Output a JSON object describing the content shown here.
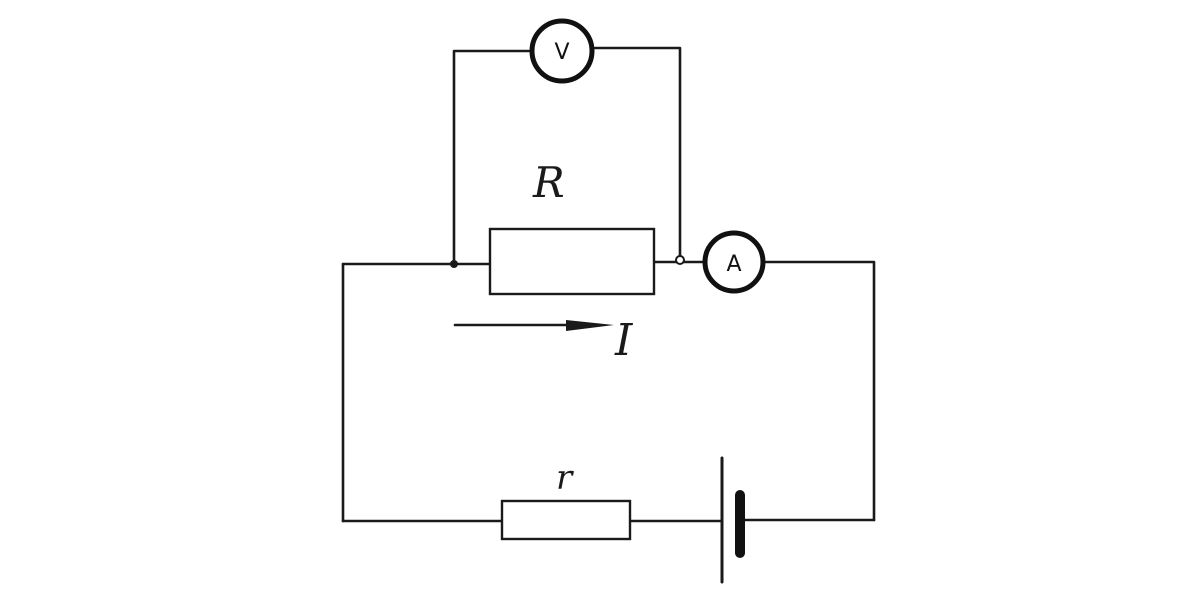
{
  "diagram": {
    "resistor_label": "R",
    "current_label": "I",
    "internal_resistance_label": "r",
    "voltmeter_symbol": "V",
    "ammeter_symbol": "A"
  }
}
